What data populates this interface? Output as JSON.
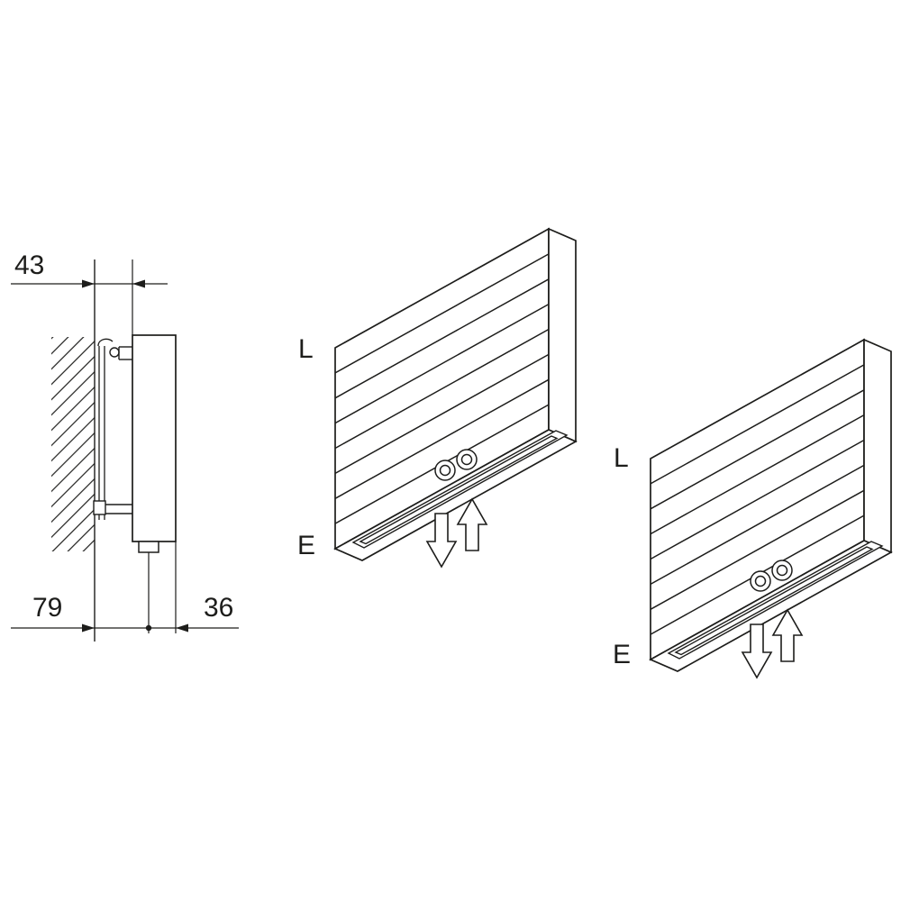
{
  "drawing": {
    "side_view": {
      "dim_gap": "43",
      "dim_wall_to_pipe": "79",
      "dim_pipe_to_front": "36"
    },
    "unit_middle": {
      "top_label": "L",
      "bottom_label": "E"
    },
    "unit_right": {
      "top_label": "L",
      "bottom_label": "E"
    },
    "colors": {
      "line": "#1d1d1b",
      "background": "#ffffff"
    }
  }
}
